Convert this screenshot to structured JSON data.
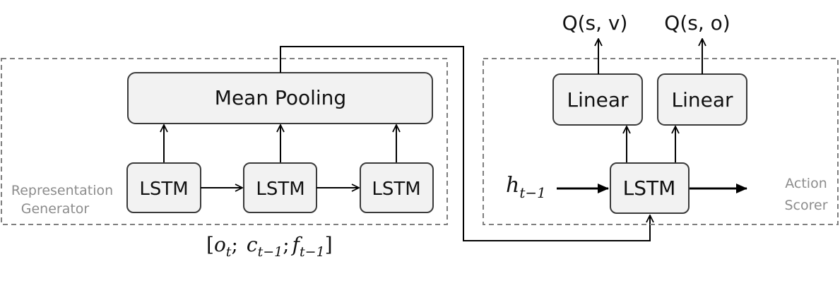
{
  "representation_generator": {
    "title_line1": "Representation",
    "title_line2": "Generator",
    "pooling_label": "Mean Pooling",
    "lstm_labels": [
      "LSTM",
      "LSTM",
      "LSTM"
    ],
    "input_label": {
      "open": "[",
      "o": "o",
      "o_sub": "t",
      "sep1": ";",
      "c": "c",
      "c_sub": "t−1",
      "sep2": ";",
      "f": "f",
      "f_sub": "t−1",
      "close": "]"
    }
  },
  "action_scorer": {
    "title_line1": "Action",
    "title_line2": "Scorer",
    "lstm_label": "LSTM",
    "linear_labels": [
      "Linear",
      "Linear"
    ],
    "outputs": [
      "Q(s, v)",
      "Q(s, o)"
    ],
    "hidden_input": {
      "h": "h",
      "h_sub": "t−1"
    }
  }
}
